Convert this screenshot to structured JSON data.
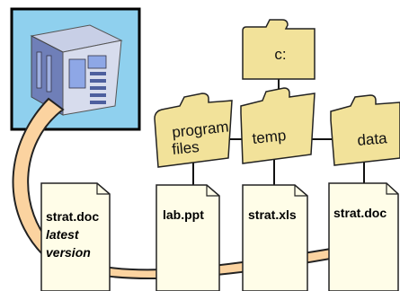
{
  "folders": {
    "root": "c:",
    "program_files": [
      "program",
      "files"
    ],
    "temp": "temp",
    "data": "data"
  },
  "documents": {
    "local_copy": {
      "name": "strat.doc",
      "note_line1": "latest",
      "note_line2": "version"
    },
    "lab": "lab.ppt",
    "xls": "strat.xls",
    "target": "strat.doc"
  },
  "colors": {
    "folder_fill": "#f2e29a",
    "folder_stroke": "#333333",
    "server_panel": "#8fd0ee",
    "arrow_fill": "#fbd3a0",
    "doc_fill": "#fffde8"
  },
  "icons": [
    "server-icon",
    "folder-icon",
    "document-icon",
    "curved-arrow"
  ]
}
